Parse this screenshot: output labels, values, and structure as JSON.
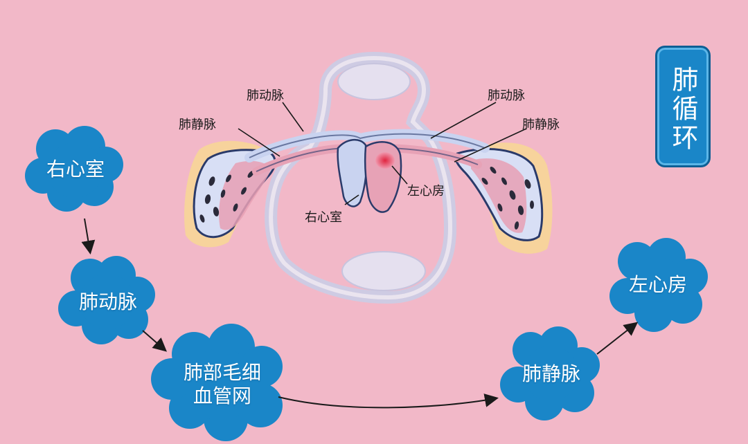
{
  "title": "肺循环",
  "diagram_labels": {
    "pulmonary_artery_left": "肺动脉",
    "pulmonary_vein_left": "肺静脉",
    "pulmonary_artery_right": "肺动脉",
    "pulmonary_vein_right": "肺静脉",
    "left_atrium": "左心房",
    "right_ventricle": "右心室"
  },
  "flow_steps": [
    {
      "label": "右心室"
    },
    {
      "label": "肺动脉"
    },
    {
      "label": "肺部毛细\n血管网"
    },
    {
      "label": "肺静脉"
    },
    {
      "label": "左心房"
    }
  ],
  "colors": {
    "background": "#f2b8c8",
    "cloud": "#1a86c8",
    "artery": "#c9d3f0",
    "vein": "#e7a2b6",
    "lung_highlight": "#f7d49a"
  }
}
